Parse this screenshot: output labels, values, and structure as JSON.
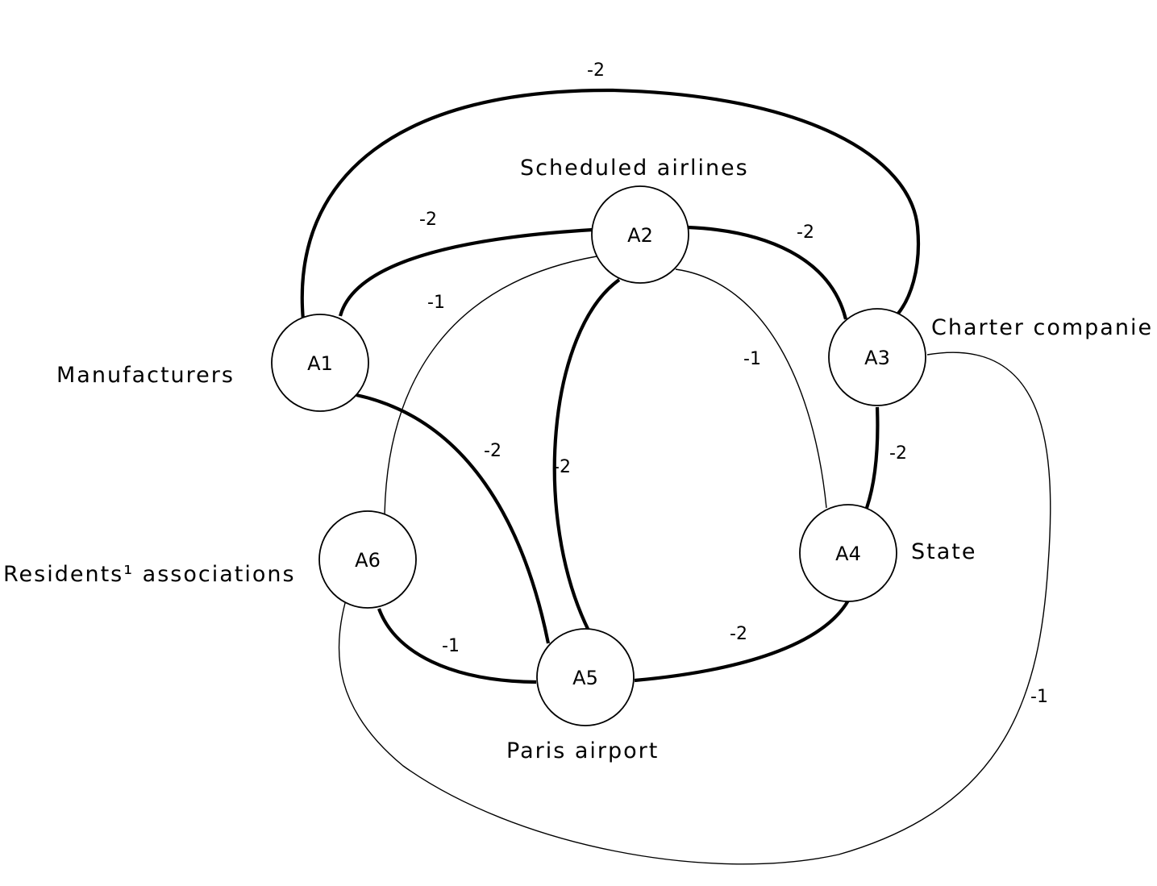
{
  "nodes": [
    {
      "id": "A1",
      "label": "A1",
      "actor": "Manufacturers"
    },
    {
      "id": "A2",
      "label": "A2",
      "actor": "Scheduled airlines"
    },
    {
      "id": "A3",
      "label": "A3",
      "actor": "Charter companie"
    },
    {
      "id": "A4",
      "label": "A4",
      "actor": "State"
    },
    {
      "id": "A5",
      "label": "A5",
      "actor": "Paris airport"
    },
    {
      "id": "A6",
      "label": "A6",
      "actor": "Residents¹ associations"
    }
  ],
  "edges": [
    {
      "from": "A1",
      "to": "A3",
      "weight": "-2"
    },
    {
      "from": "A1",
      "to": "A2",
      "weight": "-2"
    },
    {
      "from": "A2",
      "to": "A6",
      "weight": "-1"
    },
    {
      "from": "A2",
      "to": "A3",
      "weight": "-2"
    },
    {
      "from": "A2",
      "to": "A4",
      "weight": "-1"
    },
    {
      "from": "A1",
      "to": "A5",
      "weight": "-2"
    },
    {
      "from": "A2",
      "to": "A5",
      "weight": "-2"
    },
    {
      "from": "A3",
      "to": "A4",
      "weight": "-2"
    },
    {
      "from": "A6",
      "to": "A5",
      "weight": "-1"
    },
    {
      "from": "A5",
      "to": "A4",
      "weight": "-2"
    },
    {
      "from": "A3",
      "to": "A6",
      "weight": "-1"
    }
  ]
}
